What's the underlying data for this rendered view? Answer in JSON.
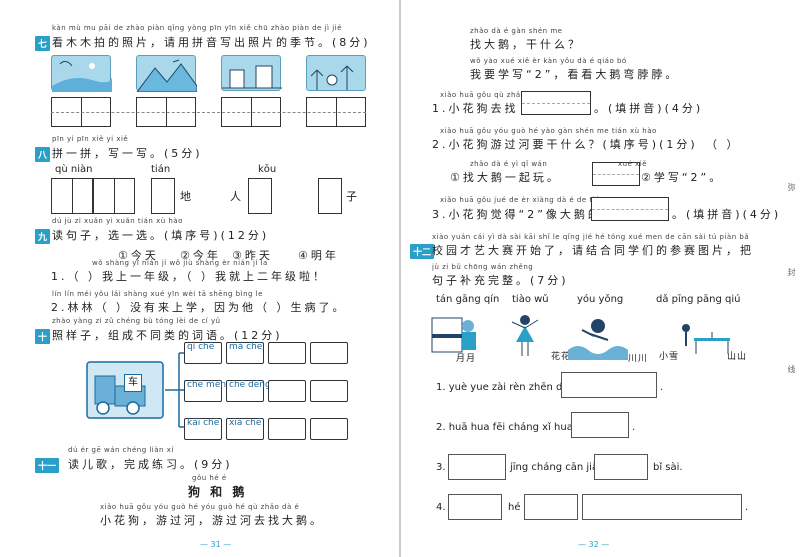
{
  "left": {
    "s7": {
      "num": "七",
      "py": "kàn mù mu pāi de zhào piàn qǐng yòng pīn yīn xiě chū zhào piàn de jì jié",
      "text": "看木木拍的照片，请用拼音写出照片的季节。(8分)"
    },
    "s8": {
      "num": "八",
      "py": "pīn yi pīn xiě yi xiě",
      "text": "拼一拼，写一写。(5分)",
      "w1py": "qù niàn",
      "w2py": "tián",
      "w3py": "kōu",
      "c1": "地",
      "c2": "人",
      "c3": "子"
    },
    "s9": {
      "num": "九",
      "py": "dú jù zi xuǎn yi xuǎn tián xù hào",
      "text": "读句子，选一选。(填序号)(12分)",
      "opts": [
        "①今天",
        "②今年",
        "③昨天",
        "④明年"
      ],
      "q1py": "wǒ shàng yī nián jí wǒ jiù shàng èr nián jí la",
      "q1": "1.（ ）我上一年级，（ ）我就上二年级啦！",
      "q2py": "lín lín méi yǒu lái shàng xué yīn wèi tā shēng bìng le",
      "q2": "2.林林（ ）没有来上学，因为他（ ）生病了。"
    },
    "s10": {
      "num": "十",
      "py": "zhào yàng zi zǔ chéng bù tóng lèi de cí yǔ",
      "text": "照样子，组成不同类的词语。(12分)",
      "engine": "车",
      "row1": [
        "qì chē",
        "mǎ chē"
      ],
      "row2": [
        "chē mén",
        "chē dēng"
      ],
      "row3": [
        "kāi chē",
        "xià chē"
      ]
    },
    "s11": {
      "num": "十一",
      "py": "dú ér gē wán chéng liàn xí",
      "text": "读儿歌，完成练习。(9分)",
      "titlepy": "gǒu hé é",
      "title": "狗 和 鹅",
      "linepy": "xiǎo huā gǒu yóu guò hé yóu guò hé qù zhǎo dà é",
      "line": "小花狗，游过河，游过河去找大鹅。"
    },
    "page": "— 31 —"
  },
  "right": {
    "l1py": "zhǎo dà é gàn shén me",
    "l1": "找大鹅，干什么？",
    "l2py": "wǒ yào xué xiě èr kàn yǒu dà é qiáo bó",
    "l2": "我要学写“2”，看看大鹅弯脖脖。",
    "q1py": "xiǎo huā gǒu qù zhǎo tián pīn yīn",
    "q1a": "1.小花狗去找",
    "q1b": "。(填拼音)(4分)",
    "q2py": "xiǎo huā gǒu yóu guò hé yào gàn shén me tián xù hào",
    "q2": "2.小花狗游过河要干什么？(填序号)(1分)",
    "q2paren": "（ ）",
    "o1py": "zhǎo dà é yì qǐ wán",
    "o1": "①找大鹅一起玩。",
    "o2py": "xué xiě",
    "o2": "②学写“2”。",
    "q3py": "xiǎo huā gǒu jué de èr xiàng dà é de tián pīn yīn",
    "q3a": "3.小花狗觉得“2”像大鹅的",
    "q3b": "。(填拼音)(4分)",
    "s12": {
      "num": "十二",
      "py": "xiào yuán cái yì dà sài kāi shǐ le qǐng jié hé tóng xué men de cān sài tú piàn bǎ",
      "text": "校园才艺大赛开始了，请结合同学们的参赛图片，把",
      "py2": "jù zi bǔ chōng wán zhěng",
      "text2": "句子补充完整。(7分)",
      "acts": [
        "tán gāng qín",
        "tiào wǔ",
        "yóu yǒng",
        "dǎ pīng pāng qiú"
      ],
      "names": [
        "月月",
        "花花",
        "川川",
        "小雪",
        "山山"
      ],
      "a1": "1. yuè yue zài rèn zhēn de",
      "a2": "2. huā hua fēi cháng xǐ huan",
      "a3a": "3.",
      "a3b": "jīng cháng cān jiā",
      "a3c": "bǐ sài.",
      "a4a": "4.",
      "a4b": "hé",
      "dot": "."
    },
    "page": "— 32 —"
  },
  "side": [
    "弥",
    "封",
    "线"
  ]
}
